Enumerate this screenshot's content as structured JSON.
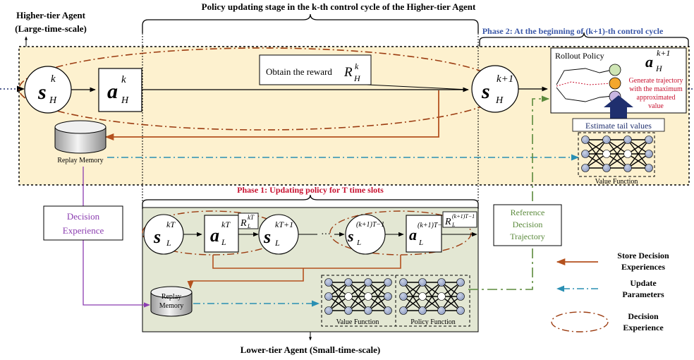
{
  "title": "Policy updating stage in the k-th control cycle of the Higher-tier Agent",
  "higher_agent": {
    "name": "Higher-tier Agent",
    "scale": "(Large-time-scale)"
  },
  "lower_agent": {
    "label": "Lower-tier Agent (Small-time-scale)"
  },
  "phase2": {
    "label": "Phase 2: At the beginning of (k+1)-th control cycle"
  },
  "phase1": {
    "label": "Phase 1: Updating policy for T time slots"
  },
  "higher_states": {
    "s_k": {
      "sym": "s",
      "sup": "k",
      "sub": "H"
    },
    "a_k": {
      "sym": "a",
      "sup": "k",
      "sub": "H"
    },
    "s_k1": {
      "sym": "s",
      "sup": "k+1",
      "sub": "H"
    },
    "a_k1": {
      "sym": "a",
      "sup": "k+1",
      "sub": "H"
    }
  },
  "reward_box": {
    "text": "Obtain the reward",
    "sym": "R",
    "sup": "k",
    "sub": "H"
  },
  "rollout": {
    "title": "Rollout Policy",
    "note_line1": "Generate trajectory",
    "note_line2": "with the maximum",
    "note_line3": "approximated",
    "note_line4": "value"
  },
  "estimate": {
    "label": "Estimate tail values"
  },
  "value_function_top": {
    "label": "Value Function"
  },
  "replay_top": {
    "label": "Replay Memory"
  },
  "decision_experience_box": {
    "line1": "Decision",
    "line2": "Experience"
  },
  "reference_box": {
    "line1": "Reference",
    "line2": "Decision",
    "line3": "Trajectory"
  },
  "lower_states": {
    "s_kT": {
      "sym": "s",
      "sup": "kT",
      "sub": "L"
    },
    "a_kT": {
      "sym": "a",
      "sup": "kT",
      "sub": "L"
    },
    "r_kT": {
      "sym": "R",
      "sup": "kT",
      "sub": "L"
    },
    "s_kT1": {
      "sym": "s",
      "sup": "kT+1",
      "sub": "L"
    },
    "dots": "···",
    "s_last": {
      "sym": "s",
      "sup": "(k+1)T−1",
      "sub": "L"
    },
    "a_last": {
      "sym": "a",
      "sup": "(k+1)T−1",
      "sub": "L"
    },
    "r_last": {
      "sym": "R",
      "sup": "(k+1)T−1",
      "sub": "L"
    }
  },
  "replay_low": {
    "line1": "Replay",
    "line2": "Memory"
  },
  "lower_functions": {
    "value": "Value Function",
    "policy": "Policy Function"
  },
  "legend": {
    "store_line1": "Store Decision",
    "store_line2": "Experiences",
    "update_line1": "Update",
    "update_line2": "Parameters",
    "decision_line1": "Decision",
    "decision_line2": "Experience"
  },
  "colors": {
    "higher_bg": "#fdf1cf",
    "lower_bg": "#e3e7d3",
    "store_arrow": "#b4511e",
    "update_arrow": "#2a8fb3",
    "ellipse": "#9c3d12",
    "reference": "#5b8a3c",
    "decision": "#8b3db0",
    "phase1": "#c8102e",
    "phase2": "#3a57a8",
    "estimate_arrow": "#1f2f6e"
  }
}
